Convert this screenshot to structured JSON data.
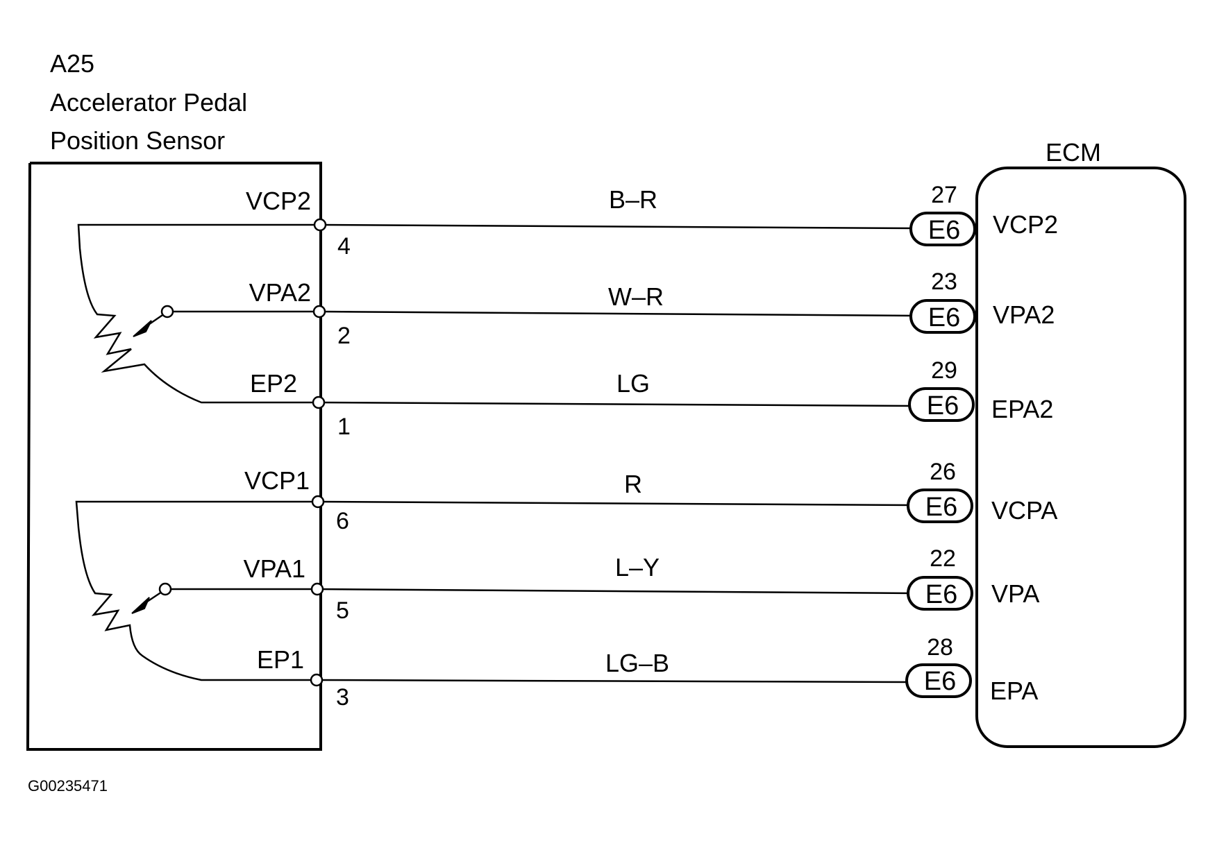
{
  "sensor": {
    "id": "A25",
    "name_line1": "Accelerator Pedal",
    "name_line2": "Position Sensor"
  },
  "ecm": {
    "title": "ECM"
  },
  "figure_id": "G00235471",
  "circuits": [
    {
      "sensor_terminal": "VCP2",
      "sensor_pin": "4",
      "wire_color": "B–R",
      "ecm_pin": "27",
      "connector": "E6",
      "ecm_terminal": "VCP2"
    },
    {
      "sensor_terminal": "VPA2",
      "sensor_pin": "2",
      "wire_color": "W–R",
      "ecm_pin": "23",
      "connector": "E6",
      "ecm_terminal": "VPA2"
    },
    {
      "sensor_terminal": "EP2",
      "sensor_pin": "1",
      "wire_color": "LG",
      "ecm_pin": "29",
      "connector": "E6",
      "ecm_terminal": "EPA2"
    },
    {
      "sensor_terminal": "VCP1",
      "sensor_pin": "6",
      "wire_color": "R",
      "ecm_pin": "26",
      "connector": "E6",
      "ecm_terminal": "VCPA"
    },
    {
      "sensor_terminal": "VPA1",
      "sensor_pin": "5",
      "wire_color": "L–Y",
      "ecm_pin": "22",
      "connector": "E6",
      "ecm_terminal": "VPA"
    },
    {
      "sensor_terminal": "EP1",
      "sensor_pin": "3",
      "wire_color": "LG–B",
      "ecm_pin": "28",
      "connector": "E6",
      "ecm_terminal": "EPA"
    }
  ]
}
